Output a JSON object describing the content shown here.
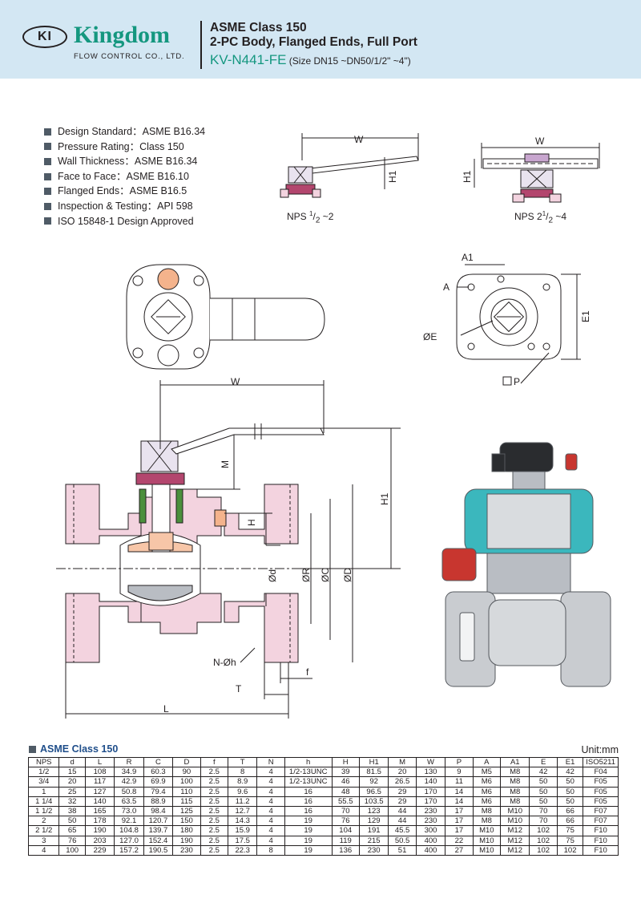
{
  "header": {
    "logo_mark": "KI",
    "logo_word": "Kingdom",
    "logo_subtitle": "FLOW CONTROL CO., LTD.",
    "title_line1": "ASME Class 150",
    "title_line2": "2-PC Body, Flanged Ends, Full Port",
    "model_code": "KV-N441-FE",
    "model_size": "(Size DN15 ~DN50/1/2\" ~4\")"
  },
  "specs": [
    "Design Standard：ASME B16.34",
    "Pressure Rating：Class 150",
    "Wall Thickness：ASME B16.34",
    "Face to Face：ASME B16.10",
    "Flanged Ends：ASME B16.5",
    "Inspection & Testing：API  598",
    "ISO 15848-1 Design Approved"
  ],
  "drawing": {
    "nps_small_prefix": "NPS ",
    "nps_small_suffix": " ~2",
    "nps_large_prefix": "NPS 2",
    "nps_large_suffix": " ~4",
    "frac_1": "1",
    "frac_2": "2",
    "dim_labels": {
      "w_top_left": "W",
      "h1_top_left": "H1",
      "w_top_right": "W",
      "h1_top_right": "H1",
      "a1": "A1",
      "a": "A",
      "oe": "ØE",
      "e1": "E1",
      "p": "P",
      "w_main": "W",
      "m": "M",
      "h": "H",
      "h1_main": "H1",
      "od_small": "Ød",
      "or": "ØR",
      "oc": "ØC",
      "od": "ØD",
      "noh": "N-Øh",
      "f": "f",
      "t": "T",
      "l": "L"
    },
    "colors": {
      "body_fill": "#f3d3df",
      "body_outline": "#231f20",
      "stem_fill": "#c8a6cf",
      "ball_fill": "#f7c6a8",
      "gland_fill": "#b3466e",
      "bolt_fill": "#f4b38c",
      "seal_fill": "#4b8f3c",
      "actuator_fill": "#3bb7bd",
      "stainless": "#b9bdc3"
    }
  },
  "table": {
    "title": "ASME  Class 150",
    "unit": "Unit:mm",
    "headers": [
      "NPS",
      "d",
      "L",
      "R",
      "C",
      "D",
      "f",
      "T",
      "N",
      "h",
      "H",
      "H1",
      "M",
      "W",
      "P",
      "A",
      "A1",
      "E",
      "E1",
      "ISO5211"
    ],
    "rows": [
      [
        "1/2",
        "15",
        "108",
        "34.9",
        "60.3",
        "90",
        "2.5",
        "8",
        "4",
        "1/2-13UNC",
        "39",
        "81.5",
        "20",
        "130",
        "9",
        "M5",
        "M8",
        "42",
        "42",
        "F04"
      ],
      [
        "3/4",
        "20",
        "117",
        "42.9",
        "69.9",
        "100",
        "2.5",
        "8.9",
        "4",
        "1/2-13UNC",
        "46",
        "92",
        "26.5",
        "140",
        "11",
        "M6",
        "M8",
        "50",
        "50",
        "F05"
      ],
      [
        "1",
        "25",
        "127",
        "50.8",
        "79.4",
        "110",
        "2.5",
        "9.6",
        "4",
        "16",
        "48",
        "96.5",
        "29",
        "170",
        "14",
        "M6",
        "M8",
        "50",
        "50",
        "F05"
      ],
      [
        "1 1/4",
        "32",
        "140",
        "63.5",
        "88.9",
        "115",
        "2.5",
        "11.2",
        "4",
        "16",
        "55.5",
        "103.5",
        "29",
        "170",
        "14",
        "M6",
        "M8",
        "50",
        "50",
        "F05"
      ],
      [
        "1 1/2",
        "38",
        "165",
        "73.0",
        "98.4",
        "125",
        "2.5",
        "12.7",
        "4",
        "16",
        "70",
        "123",
        "44",
        "230",
        "17",
        "M8",
        "M10",
        "70",
        "66",
        "F07"
      ],
      [
        "2",
        "50",
        "178",
        "92.1",
        "120.7",
        "150",
        "2.5",
        "14.3",
        "4",
        "19",
        "76",
        "129",
        "44",
        "230",
        "17",
        "M8",
        "M10",
        "70",
        "66",
        "F07"
      ],
      [
        "2 1/2",
        "65",
        "190",
        "104.8",
        "139.7",
        "180",
        "2.5",
        "15.9",
        "4",
        "19",
        "104",
        "191",
        "45.5",
        "300",
        "17",
        "M10",
        "M12",
        "102",
        "75",
        "F10"
      ],
      [
        "3",
        "76",
        "203",
        "127.0",
        "152.4",
        "190",
        "2.5",
        "17.5",
        "4",
        "19",
        "119",
        "215",
        "50.5",
        "400",
        "22",
        "M10",
        "M12",
        "102",
        "75",
        "F10"
      ],
      [
        "4",
        "100",
        "229",
        "157.2",
        "190.5",
        "230",
        "2.5",
        "22.3",
        "8",
        "19",
        "136",
        "230",
        "51",
        "400",
        "27",
        "M10",
        "M12",
        "102",
        "102",
        "F10"
      ]
    ]
  }
}
